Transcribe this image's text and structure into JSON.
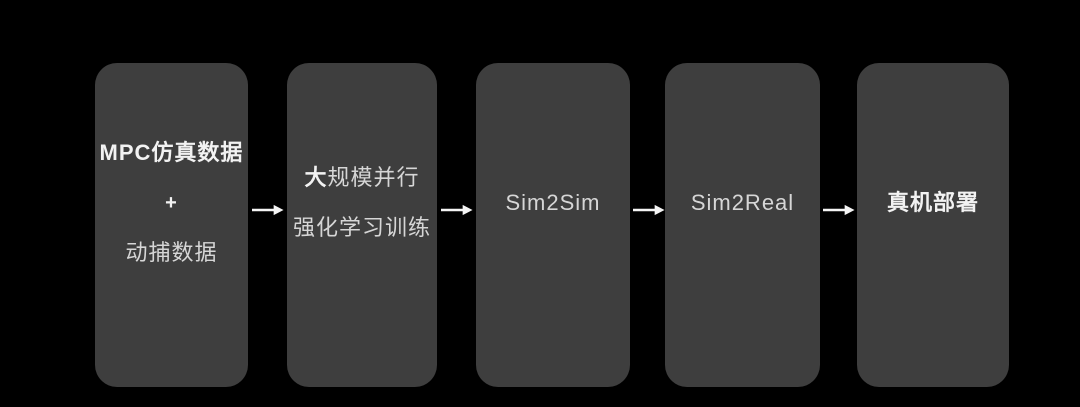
{
  "diagram": {
    "type": "flowchart",
    "direction": "left-to-right",
    "background_color": "#000000",
    "node_fill_color": "#3e3e3e",
    "arrow_color": "#f5f5f5",
    "text_color": "#d6d6d6",
    "bold_text_color": "#f2f2f2",
    "steps": [
      {
        "name": "mpc-sim-data-plus-mocap-data",
        "lines": [
          {
            "segments": [
              {
                "text": "MPC仿真数据",
                "bold": true
              }
            ]
          },
          {
            "segments": [
              {
                "text": "+",
                "bold": true
              }
            ]
          },
          {
            "segments": [
              {
                "text": "动捕数据",
                "bold": false
              }
            ]
          }
        ]
      },
      {
        "name": "large-scale-parallel-rl-training",
        "lines": [
          {
            "segments": [
              {
                "text": "大",
                "bold": true
              },
              {
                "text": "规模并行",
                "bold": false
              }
            ]
          },
          {
            "segments": [
              {
                "text": "强化学习训练",
                "bold": false
              }
            ]
          }
        ]
      },
      {
        "name": "sim2sim",
        "lines": [
          {
            "segments": [
              {
                "text": "Sim2Sim",
                "bold": false
              }
            ]
          }
        ]
      },
      {
        "name": "sim2real",
        "lines": [
          {
            "segments": [
              {
                "text": "Sim2Real",
                "bold": false
              }
            ]
          }
        ]
      },
      {
        "name": "real-robot-deployment",
        "lines": [
          {
            "segments": [
              {
                "text": "真机部署",
                "bold": true
              }
            ]
          }
        ]
      }
    ],
    "connections": [
      {
        "from": "mpc-sim-data-plus-mocap-data",
        "to": "large-scale-parallel-rl-training"
      },
      {
        "from": "large-scale-parallel-rl-training",
        "to": "sim2sim"
      },
      {
        "from": "sim2sim",
        "to": "sim2real"
      },
      {
        "from": "sim2real",
        "to": "real-robot-deployment"
      }
    ]
  }
}
